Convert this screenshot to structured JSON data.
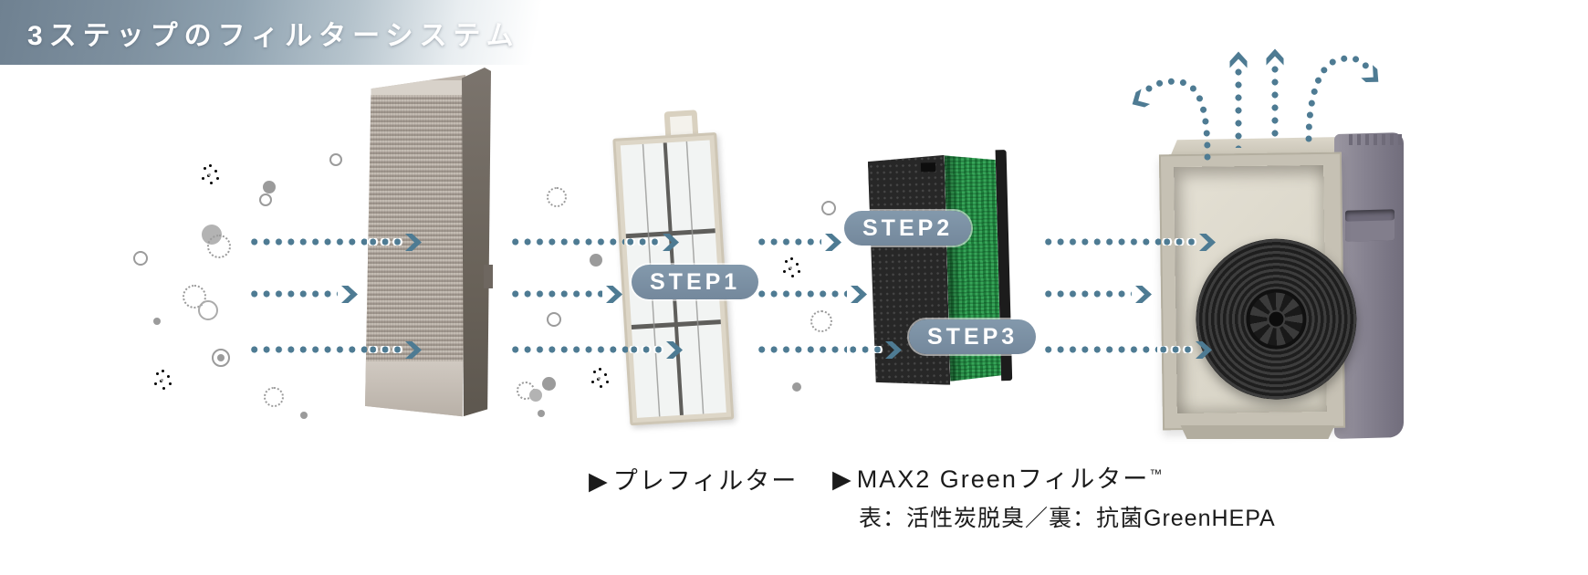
{
  "header": {
    "title": "3ステップのフィルターシステム"
  },
  "steps": [
    {
      "label": "STEP1"
    },
    {
      "label": "STEP2"
    },
    {
      "label": "STEP3"
    }
  ],
  "captions": {
    "prefilter": {
      "marker": "▶",
      "label": "プレフィルター"
    },
    "max2": {
      "marker": "▶",
      "label": "MAX2 Greenフィルター",
      "trademark": "™",
      "note": "表：活性炭脱臭／裏：抗菌GreenHEPA"
    }
  },
  "colors": {
    "arrow_accent": "#4e7b93",
    "step_badge": "#7b90a4",
    "header_band": "#71818f",
    "caption_text": "#1b1b1b",
    "hepa_green": "#2e9c4f",
    "carbon_black": "#262626"
  }
}
